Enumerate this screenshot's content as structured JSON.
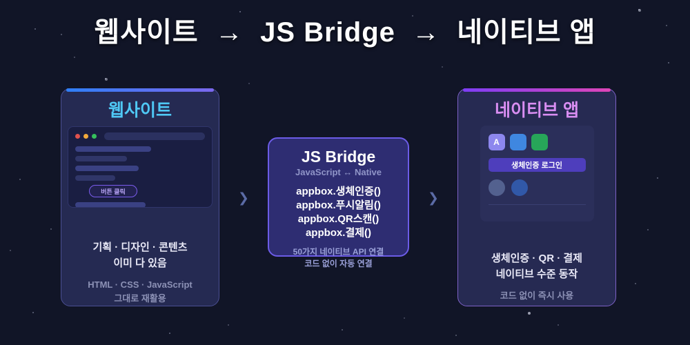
{
  "title": "웹사이트  →  JS Bridge  →  네이티브 앱",
  "flow": {
    "chevron": "❯"
  },
  "website_card": {
    "title": "웹사이트",
    "browser_button_label": "버튼 클릭",
    "highlight_line1": "기획 · 디자인 · 콘텐츠",
    "highlight_line2": "이미 다 있음",
    "sub_line1": "HTML · CSS · JavaScript",
    "sub_line2": "그대로 재활용"
  },
  "bridge_card": {
    "title": "JS Bridge",
    "subtitle": "JavaScript ↔ Native",
    "api_calls": [
      "appbox.생체인증()",
      "appbox.푸시알림()",
      "appbox.QR스캔()",
      "appbox.결제()"
    ],
    "footer_line1": "50가지 네이티브 API 연결",
    "footer_line2": "코드 없이 자동 연결"
  },
  "native_card": {
    "title": "네이티브 앱",
    "app_icon_letter": "A",
    "login_button_label": "생체인증 로그인",
    "highlight_line1": "생체인증 · QR · 결제",
    "highlight_line2": "네이티브 수준 동작",
    "sub_line1": "코드 없이 즉시 사용"
  },
  "colors": {
    "background": "#111527",
    "website_accent": "#4fc8f5",
    "website_gradient": [
      "#2f7ff7",
      "#7b68ee"
    ],
    "native_accent": "#d98ef2",
    "native_gradient": [
      "#7d3df5",
      "#df45b8"
    ],
    "bridge_border": "#6c5ce7",
    "traffic_lights": [
      "#e0524e",
      "#f2a93b",
      "#35c05c"
    ],
    "app_icons": [
      "#8d87ee",
      "#3f87e0",
      "#27a659"
    ],
    "chevron": "#5b6ba6"
  }
}
